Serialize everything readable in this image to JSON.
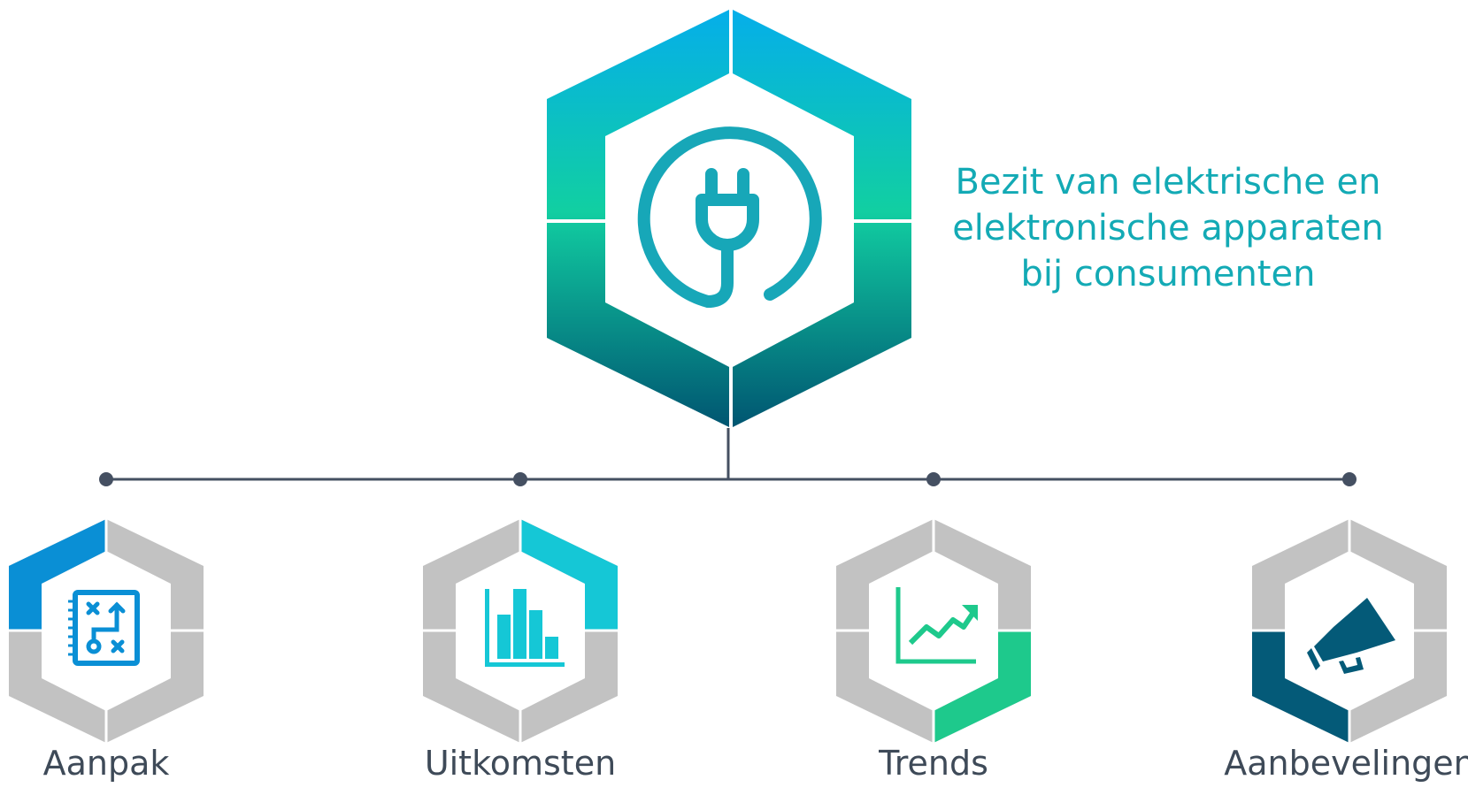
{
  "main_hub": {
    "title": "Bezit van elektrische en elektronische apparaten bij consumenten",
    "icon": "power-plug-icon",
    "gradient": [
      "#05aeea",
      "#11cfa2",
      "#005571"
    ]
  },
  "connector_color": "#455062",
  "inactive_color": "#c2c2c2",
  "items": [
    {
      "label": "Aanpak",
      "icon": "strategy-board-icon",
      "accent": "#0a8fd5",
      "highlight": "top-left"
    },
    {
      "label": "Uitkomsten",
      "icon": "bar-chart-icon",
      "accent": "#15c7d6",
      "highlight": "top-right"
    },
    {
      "label": "Trends",
      "icon": "trend-chart-icon",
      "accent": "#1ec98c",
      "highlight": "bottom-right"
    },
    {
      "label": "Aanbevelingen",
      "icon": "megaphone-icon",
      "accent": "#045a78",
      "highlight": "bottom-left"
    }
  ]
}
